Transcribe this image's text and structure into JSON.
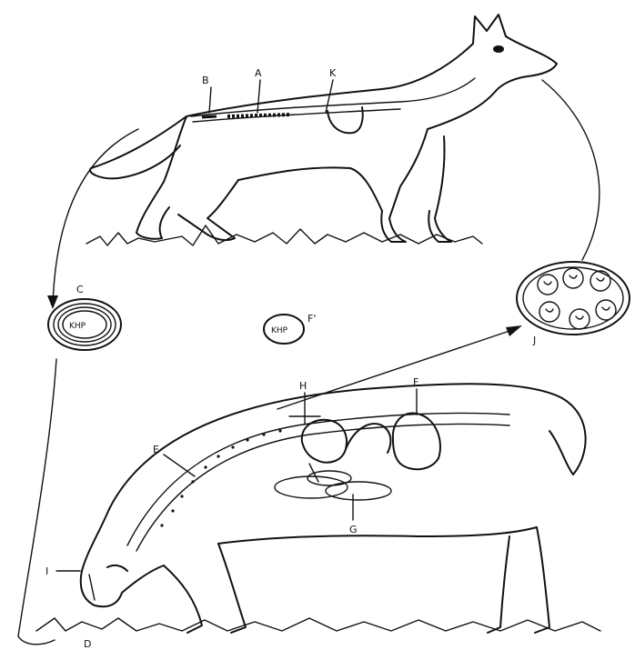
{
  "labels": {
    "A": "A",
    "B": "B",
    "K": "K",
    "C": "C",
    "C_inner": "KHP",
    "F1_inner": "KHP",
    "F1": "F'",
    "J": "J",
    "H": "H",
    "F": "F",
    "E": "E",
    "G": "G",
    "I": "I",
    "D": "D"
  }
}
